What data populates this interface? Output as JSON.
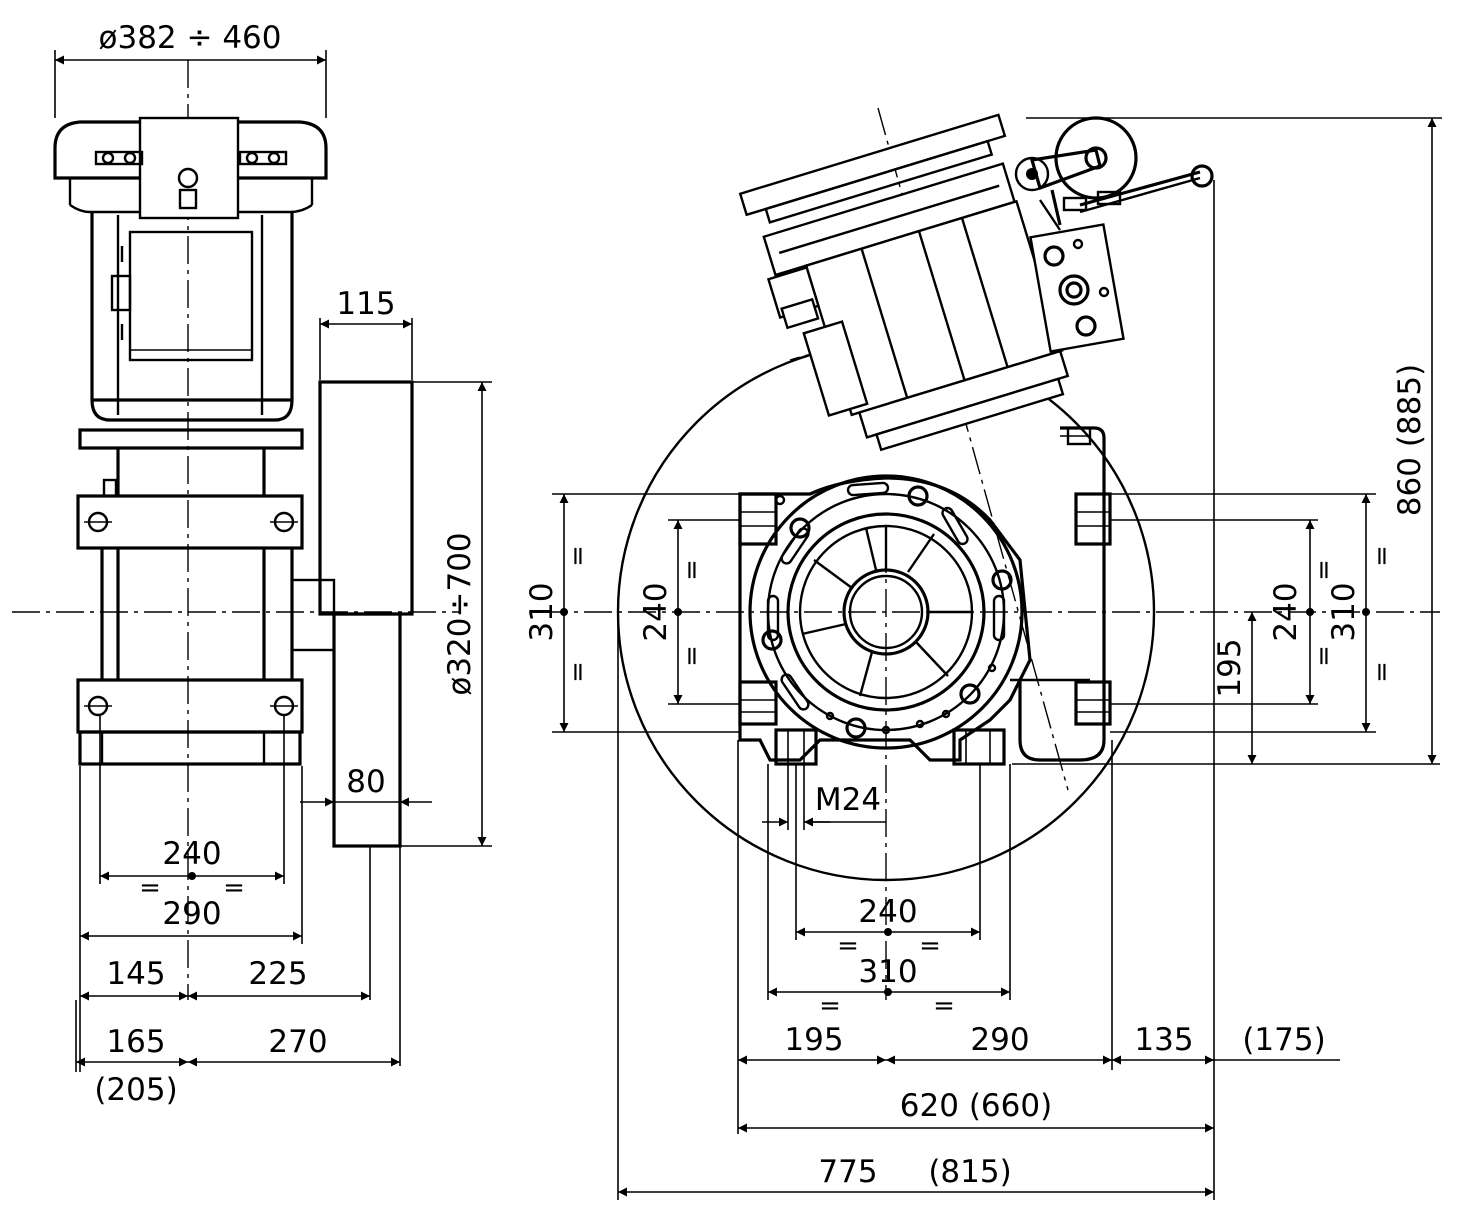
{
  "drawing_title": "",
  "side_view": {
    "dims": {
      "top_diameter": "ø382 ÷ 460",
      "flange_width": "115",
      "wheel_diameter": "ø320÷700",
      "wheel_width": "80",
      "hole_spacing": "240",
      "plate_width": "290",
      "left_offset": "145",
      "right_offset": "225",
      "left_total": "165",
      "left_total_alt": "(205)",
      "right_total": "270"
    },
    "marks": {
      "equal": "="
    }
  },
  "front_view": {
    "dims": {
      "left_height_outer": "310",
      "left_height_inner": "240",
      "right_height_inner": "240",
      "right_height_outer": "310",
      "axle_height": "195",
      "total_height": "860 (885)",
      "thread": "M24",
      "bottom_holes": "240",
      "bottom_plate": "310",
      "left_part": "195",
      "middle_part": "290",
      "right_part": "135",
      "right_part_alt": "(175)",
      "base_width": "620 (660)",
      "total_width": "775",
      "total_width_alt": "(815)"
    },
    "marks": {
      "equal": "="
    }
  }
}
